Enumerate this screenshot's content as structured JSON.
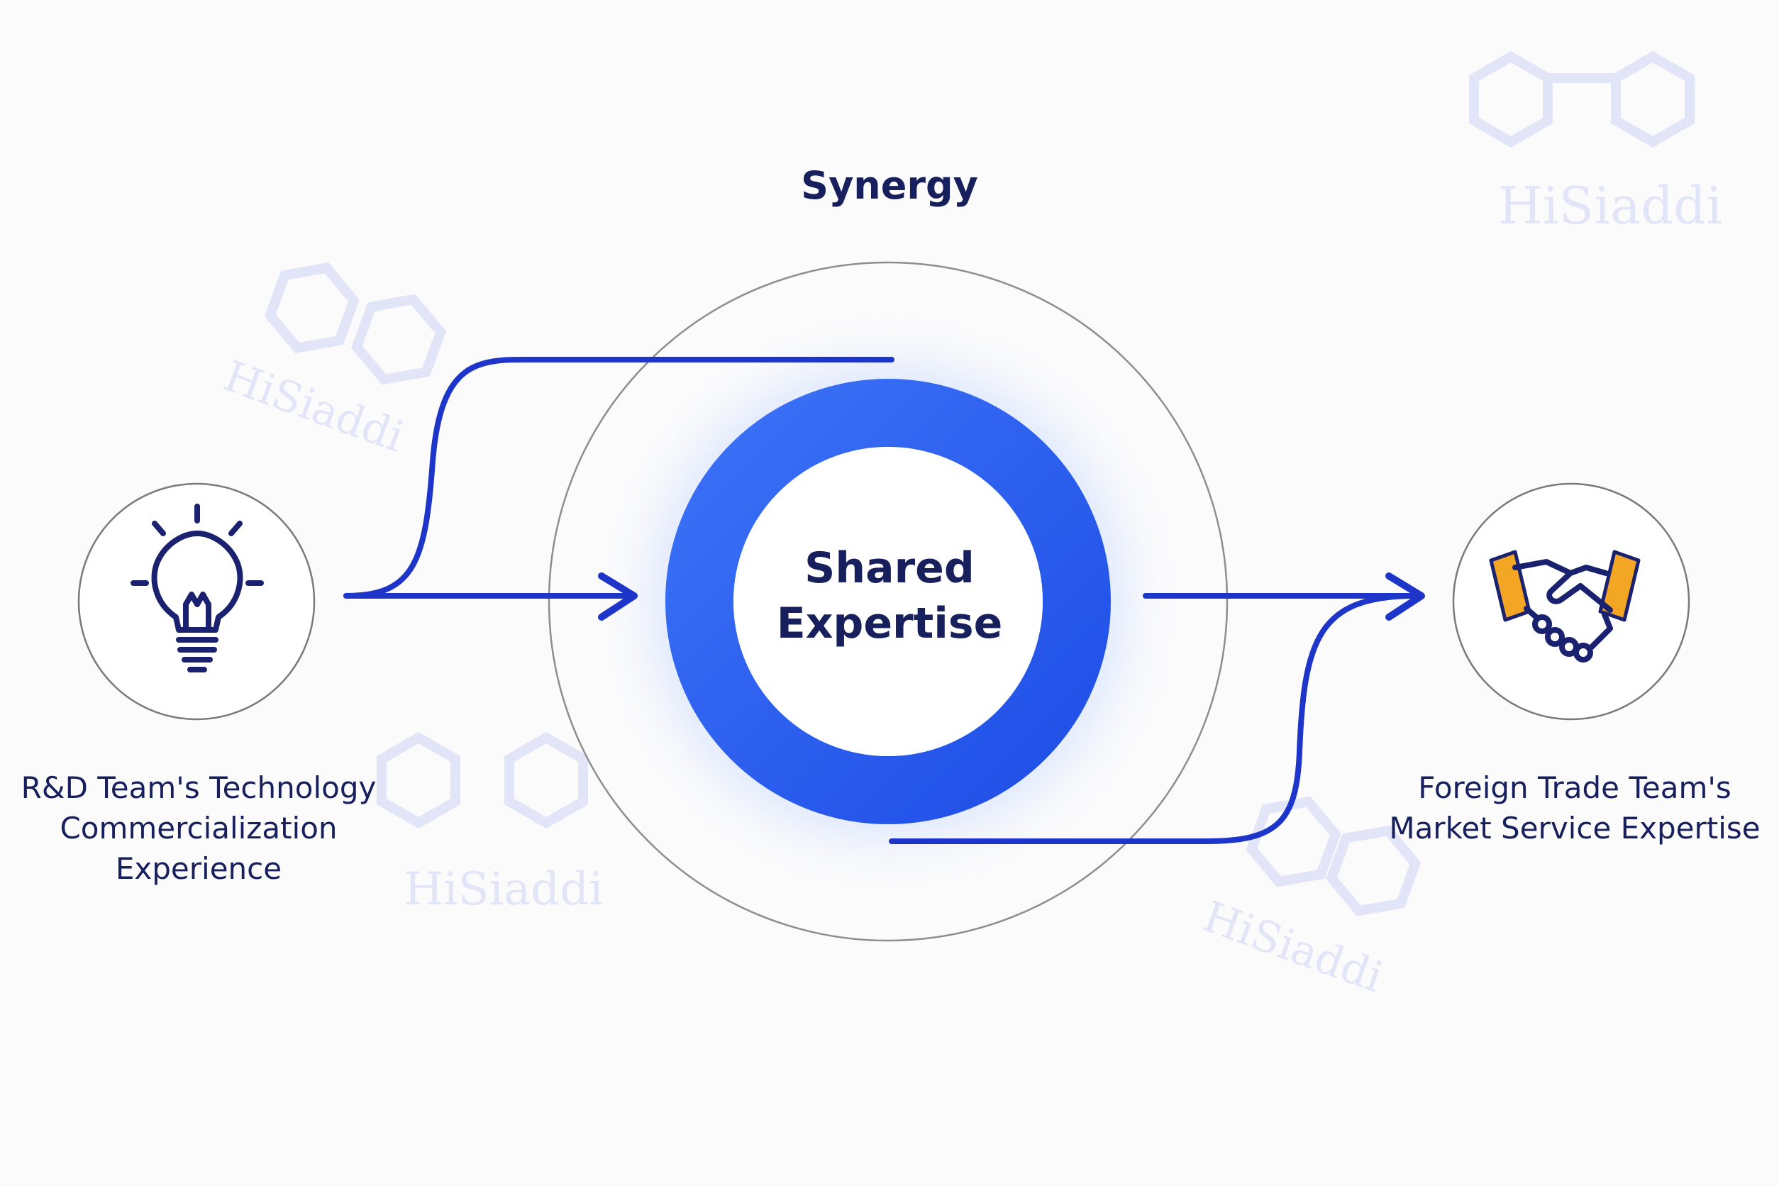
{
  "diagram": {
    "title": "Synergy",
    "center": {
      "label": "Shared Expertise"
    },
    "left_node": {
      "label": "R&D Team's Technology Commercialization Experience",
      "icon": "lightbulb-icon"
    },
    "right_node": {
      "label": "Foreign Trade Team's Market Service Expertise",
      "icon": "handshake-icon"
    },
    "watermark": "HiSiaddi"
  },
  "colors": {
    "arrow": "#1d35c8",
    "ring": "#2a5cf0",
    "text": "#17205c",
    "icon_navy": "#1a2270",
    "handshake_cuff": "#f2a623"
  }
}
